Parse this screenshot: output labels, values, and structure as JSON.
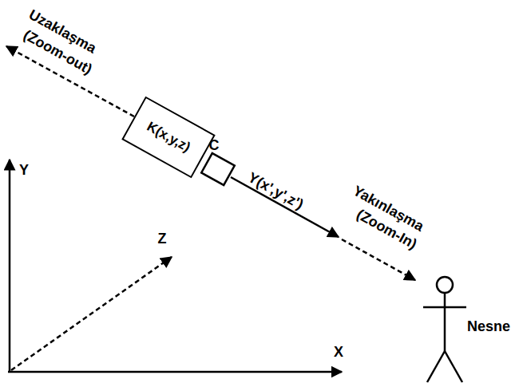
{
  "diagram": {
    "nodes": [
      {
        "text": [
          "K(x,y,z)"
        ]
      }
    ],
    "labels": [
      "Uzaklaşma",
      "(Zoom-out)",
      "C",
      "Y(x',y',z')",
      "Yakınlaşma",
      "(Zoom-In)",
      "Y",
      "Z",
      "X",
      "Nesne"
    ]
  }
}
